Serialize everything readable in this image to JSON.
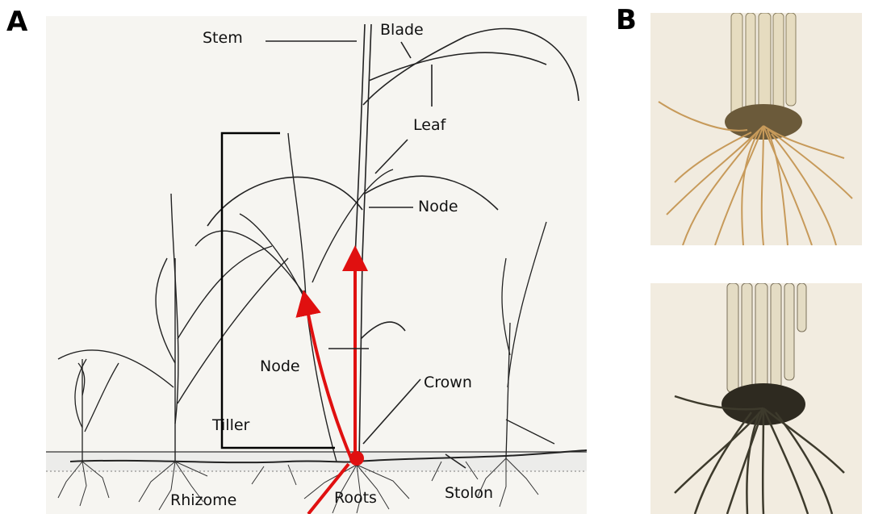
{
  "panels": {
    "a_label": "A",
    "b_label": "B"
  },
  "diagram": {
    "labels": {
      "stem": "Stem",
      "blade": "Blade",
      "leaf": "Leaf",
      "node_upper": "Node",
      "node_lower": "Node",
      "tiller": "Tiller",
      "crown": "Crown",
      "rhizome": "Rhizome",
      "roots": "Roots",
      "stolon": "Stolon"
    },
    "colors": {
      "background": "#f6f5f1",
      "ink": "#1a1a1a",
      "arrow": "#e01010",
      "soil": "#ececea"
    }
  },
  "photos": {
    "top": {
      "subject": "healthy-grass-root-crown",
      "colors": {
        "background": "#f1ebdf",
        "roots": "#c79a5a",
        "stems": "#e6dcc0"
      }
    },
    "bottom": {
      "subject": "diseased-grass-root-crown",
      "colors": {
        "background": "#f2ece0",
        "roots": "#3d3a2c",
        "stems": "#e4dcc4"
      }
    }
  }
}
